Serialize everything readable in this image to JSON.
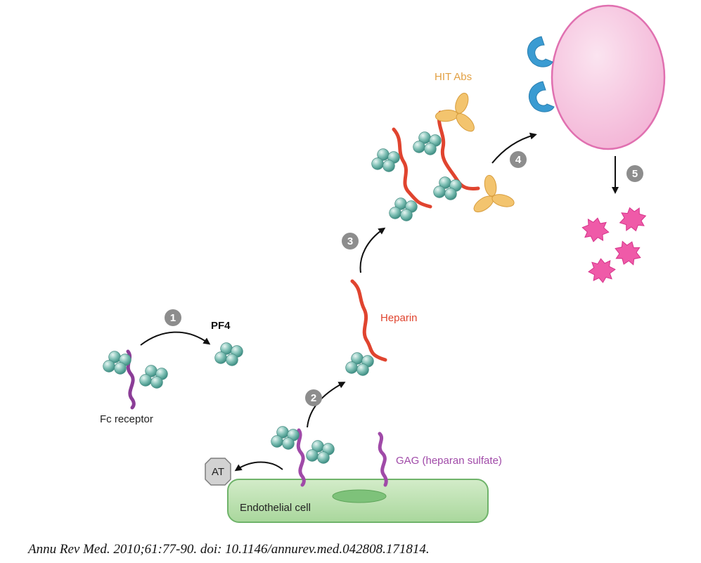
{
  "labels": {
    "pf4": "PF4",
    "fc_receptor": "Fc receptor",
    "heparin": "Heparin",
    "hit_abs": "HIT Abs",
    "at": "AT",
    "gag": "GAG (heparan sulfate)",
    "endothelial_cell": "Endothelial cell"
  },
  "steps": [
    "1",
    "2",
    "3",
    "4",
    "5"
  ],
  "citation": "Annu Rev Med. 2010;61:77-90. doi: 10.1146/annurev.med.042808.171814.",
  "colors": {
    "pf4_sphere": "#6fb3a8",
    "pf4_sphere_light": "#d7eeea",
    "fc_receptor": "#8b3d97",
    "gag": "#a04aa8",
    "heparin": "#e0442f",
    "hit_abs": "#f0c26a",
    "hit_abs_label": "#e2a043",
    "heparin_label": "#e0442f",
    "gag_label": "#a04aa8",
    "platelet": "#f6c7e1",
    "platelet_edge": "#e070b0",
    "receptor_blue": "#3a9bd2",
    "fragment": "#ef5aa8",
    "endothelial": "#bfe3b3",
    "endothelial_edge": "#6fb36a",
    "nucleus": "#7ec27a",
    "step_circle": "#8d8d8d",
    "at_box": "#d2d2d2",
    "arrow": "#111111"
  }
}
